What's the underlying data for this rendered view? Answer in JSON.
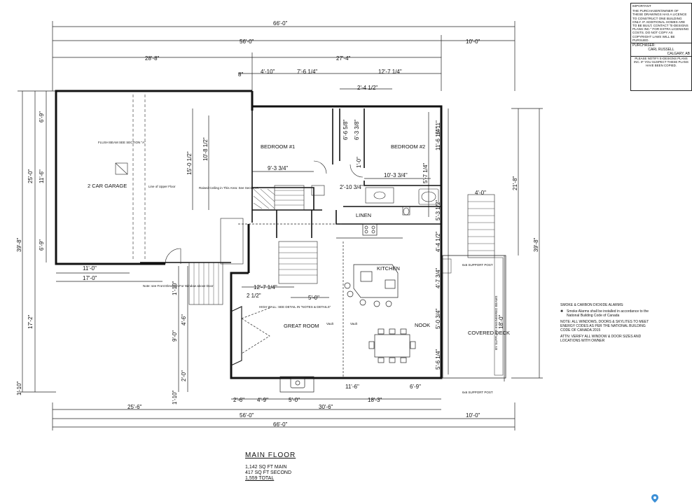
{
  "notice": {
    "header": "IMPORTANT",
    "body": "THE PURCHASER/OWNER OF THESE DRAWINGS HAS A LICENCE TO CONSTRUCT ONE BUILDING ONLY. IF ADDITIONAL HOMES ARE TO BE BUILT, CONTACT \"E-DESIGNS PLANS INC.\" FOR EXTRA LICENSING COSTS. DO NOT COPY AS COPYRIGHT LAWS WILL BE PURSUED.",
    "purchaser_label": "PURCHASER:",
    "purchaser_name": "CARL RUSSELL",
    "purchaser_city": "CALGARY, AB",
    "footer": "PLEASE NOTIFY E-DESIGNS PLANS INC. IF YOU SUSPECT THESE PLANS HAVE BEEN COPIED."
  },
  "dimensions": {
    "top": [
      "66'-0\"",
      "56'-0\"",
      "10'-0\"",
      "28'-8\"",
      "27'-4\"",
      "8\"",
      "4'-10\"",
      "7'-6 1/4\"",
      "12'-7 1/4\"",
      "2'-4 1/2\""
    ],
    "bottom": [
      "25'-6\"",
      "30'-6\"",
      "56'-0\"",
      "10'-0\"",
      "66'-0\"",
      "2'-6\"",
      "4'-9\"",
      "5'-0\"",
      "18'-3\"",
      "11'-6\"",
      "6'-9\""
    ],
    "left": [
      "25'-0\"",
      "39'-8\"",
      "17'-2\"",
      "6'-9\"",
      "11'-6\"",
      "6'-9\"",
      "1'-10\"",
      "9'-0\"",
      "4'-6\"",
      "1'-10\"",
      "2'-0\"",
      "1'-10\""
    ],
    "right": [
      "21'-8\"",
      "39'-8\"",
      "18'-0\"",
      "4'-0\""
    ],
    "interior": [
      "11'-0\"",
      "17'-0\"",
      "15'-0 1/2\"",
      "10'-8 1/2\"",
      "9'-3 3/4\"",
      "10'-3 3/4\"",
      "2'-10 3/4\"",
      "11'-6 1/4\"",
      "5'-11\"",
      "5'-7 1/4\"",
      "5'-3 1/2\"",
      "4'-4 1/2\"",
      "4'-7 3/4\"",
      "5'-0 3/4\"",
      "5'-6 1/4\"",
      "12'-7 1/4\"",
      "2 1/2\"",
      "5'-0\"",
      "6'-6 5/8\"",
      "6'-3 3/8\"",
      "1'-0\""
    ]
  },
  "rooms": {
    "garage": "2 CAR GARAGE",
    "bed1": "BEDROOM #1",
    "bed2": "BEDROOM #2",
    "kitchen": "KITCHEN",
    "nook": "NOOK",
    "great_room": "GREAT ROOM",
    "deck": "COVERED DECK",
    "linen": "LINEN"
  },
  "annotations": {
    "flush_beam": "FLUSH BEAM SEE SECTION \"A\"",
    "upper_floor": "Line of Upper Floor",
    "raised_ceiling": "Raised Ceiling in This Area: See Section A",
    "high_wall": "HIGH WALL: SEE DETAIL IN \"NOTES & DETAILS\"",
    "front_elev": "Note: see Front Elevation For Window above Door",
    "support_post_top": "6x6 SUPPORT POST",
    "support_post_bottom": "6x6 SUPPORT POST",
    "supplier_beam": "BY SUPPLIER ENGINEERED BEAMS",
    "vault1": "Vault",
    "vault2": "Vault"
  },
  "alarm_notes": {
    "title": "SMOKE & CARBON DIOXIDE ALARMS:",
    "line1": "Smoke Alarms shall be installed in accordance to the National Building Code of Canada",
    "line2": "NOTE: ALL WINDOWS, DOORS & SKYLITES TO MEET ENERGY CODES AS PER THE NATIONAL BUILDING CODE OF CANADA 2015",
    "line3": "ATTN: VERIFY ALL WINDOW & DOOR SIZES AND LOCATIONS WITH OWNER"
  },
  "summary": {
    "title": "MAIN FLOOR",
    "line1": "1,142 SQ FT MAIN",
    "line2": "417 SQ FT SECOND",
    "line3": "1,559 TOTAL"
  },
  "icons": [
    "smoke-alarm-icon",
    "location-pin-icon"
  ]
}
